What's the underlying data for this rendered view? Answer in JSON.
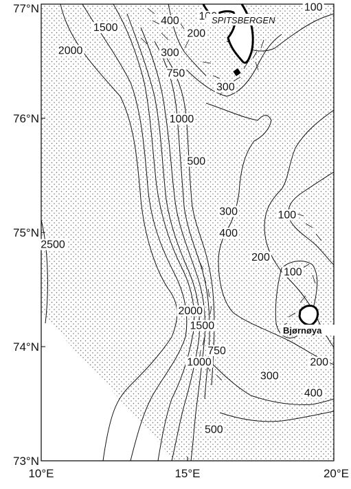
{
  "map": {
    "lat_labels": [
      {
        "value": 77,
        "text": "77°N"
      },
      {
        "value": 76,
        "text": "76°N"
      },
      {
        "value": 75,
        "text": "75°N"
      },
      {
        "value": 74,
        "text": "74°N"
      },
      {
        "value": 73,
        "text": "73°N"
      }
    ],
    "lon_labels": [
      {
        "value": 10,
        "text": "10°E"
      },
      {
        "value": 15,
        "text": "15°E"
      },
      {
        "value": 20,
        "text": "20°E"
      }
    ],
    "place_names": {
      "spitsbergen": "SPITSBERGEN",
      "bjornoya": "Bjørnøya"
    },
    "contour_labels": [
      {
        "text": "1500",
        "lon": 12.2,
        "lat": 76.77
      },
      {
        "text": "2000",
        "lon": 11.0,
        "lat": 76.57
      },
      {
        "text": "400",
        "lon": 14.4,
        "lat": 76.83
      },
      {
        "text": "200",
        "lon": 15.3,
        "lat": 76.72
      },
      {
        "text": "100",
        "lon": 15.7,
        "lat": 76.87
      },
      {
        "text": "300",
        "lon": 14.4,
        "lat": 76.55
      },
      {
        "text": "750",
        "lon": 14.6,
        "lat": 76.37
      },
      {
        "text": "300",
        "lon": 16.3,
        "lat": 76.25
      },
      {
        "text": "1000",
        "lon": 14.8,
        "lat": 75.97
      },
      {
        "text": "500",
        "lon": 15.3,
        "lat": 75.6
      },
      {
        "text": "300",
        "lon": 16.4,
        "lat": 75.16
      },
      {
        "text": "400",
        "lon": 16.4,
        "lat": 74.97
      },
      {
        "text": "2500",
        "lon": 10.4,
        "lat": 74.87
      },
      {
        "text": "100",
        "lon": 18.4,
        "lat": 75.13
      },
      {
        "text": "200",
        "lon": 17.5,
        "lat": 74.76
      },
      {
        "text": "100",
        "lon": 18.6,
        "lat": 74.63
      },
      {
        "text": "2000",
        "lon": 15.1,
        "lat": 74.29
      },
      {
        "text": "1500",
        "lon": 15.5,
        "lat": 74.16
      },
      {
        "text": "1000",
        "lon": 15.4,
        "lat": 73.84
      },
      {
        "text": "750",
        "lon": 16.0,
        "lat": 73.94
      },
      {
        "text": "300",
        "lon": 17.8,
        "lat": 73.72
      },
      {
        "text": "200",
        "lon": 19.5,
        "lat": 73.84
      },
      {
        "text": "400",
        "lon": 19.3,
        "lat": 73.57
      },
      {
        "text": "500",
        "lon": 15.9,
        "lat": 73.25
      },
      {
        "text": "100",
        "lon": 19.3,
        "lat": 76.95
      }
    ],
    "colors": {
      "line": "#111111",
      "dots": "#666666",
      "background": "#ffffff"
    }
  }
}
